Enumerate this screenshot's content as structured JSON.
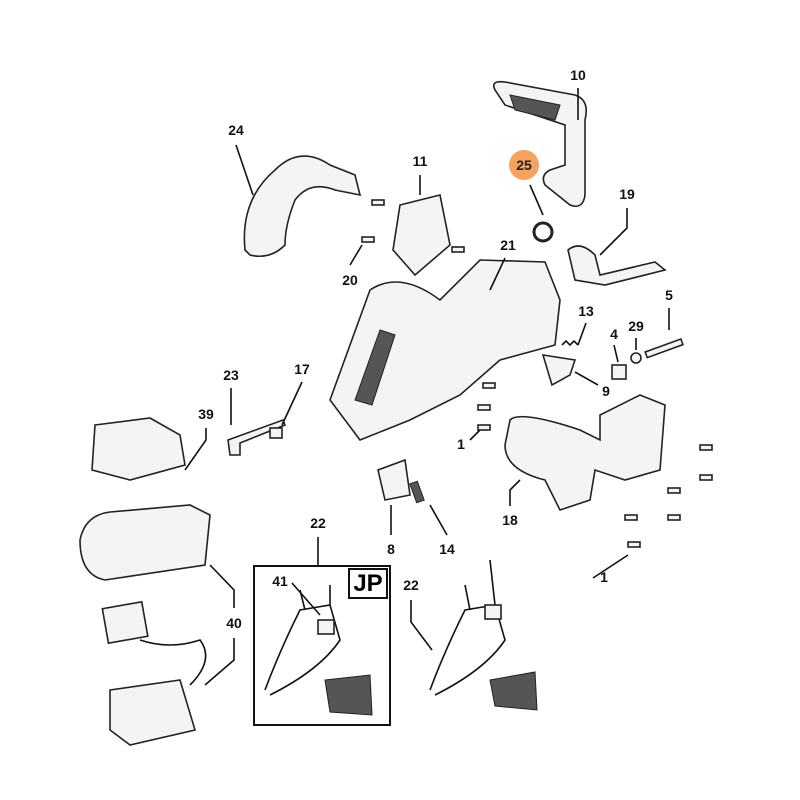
{
  "highlight_color": "#f5a35f",
  "labels": {
    "p10": "10",
    "p25": "25",
    "p24": "24",
    "p11": "11",
    "p19": "19",
    "p21": "21",
    "p20": "20",
    "p5": "5",
    "p13": "13",
    "p4": "4",
    "p29": "29",
    "p23": "23",
    "p17": "17",
    "p39": "39",
    "p9": "9",
    "p1a": "1",
    "p18": "18",
    "p8": "8",
    "p14": "14",
    "p22a": "22",
    "p41": "41",
    "p22b": "22",
    "p40": "40",
    "p1b": "1"
  },
  "jp_box_label": "JP"
}
